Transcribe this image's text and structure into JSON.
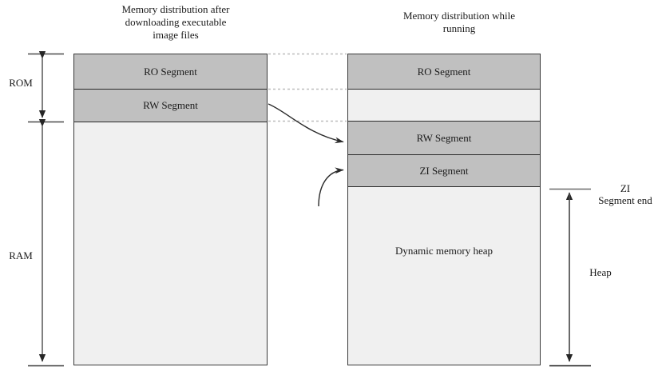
{
  "diagram": {
    "titles": {
      "left": "Memory distribution after\ndownloading executable\nimage files",
      "right": "Memory distribution while\nrunning"
    },
    "left_column": {
      "segments": [
        {
          "label": "RO Segment",
          "fill": "#c0c0c0"
        },
        {
          "label": "RW Segment",
          "fill": "#c0c0c0"
        },
        {
          "label": "",
          "fill": "#f0f0f0"
        }
      ]
    },
    "right_column": {
      "segments": [
        {
          "label": "RO Segment",
          "fill": "#c0c0c0"
        },
        {
          "label": "",
          "fill": "#f0f0f0"
        },
        {
          "label": "RW Segment",
          "fill": "#c0c0c0"
        },
        {
          "label": "ZI Segment",
          "fill": "#c0c0c0"
        },
        {
          "label": "Dynamic memory heap",
          "fill": "#f0f0f0"
        }
      ]
    },
    "axis_labels": {
      "rom": "ROM",
      "ram": "RAM",
      "zi_segment_end": "ZI\nSegment end",
      "heap": "Heap"
    },
    "colors": {
      "segment_fill": "#c0c0c0",
      "background_fill": "#f0f0f0",
      "border": "#3a3a3a",
      "guide_line": "#b4b4b4",
      "arrow": "#262626"
    }
  }
}
